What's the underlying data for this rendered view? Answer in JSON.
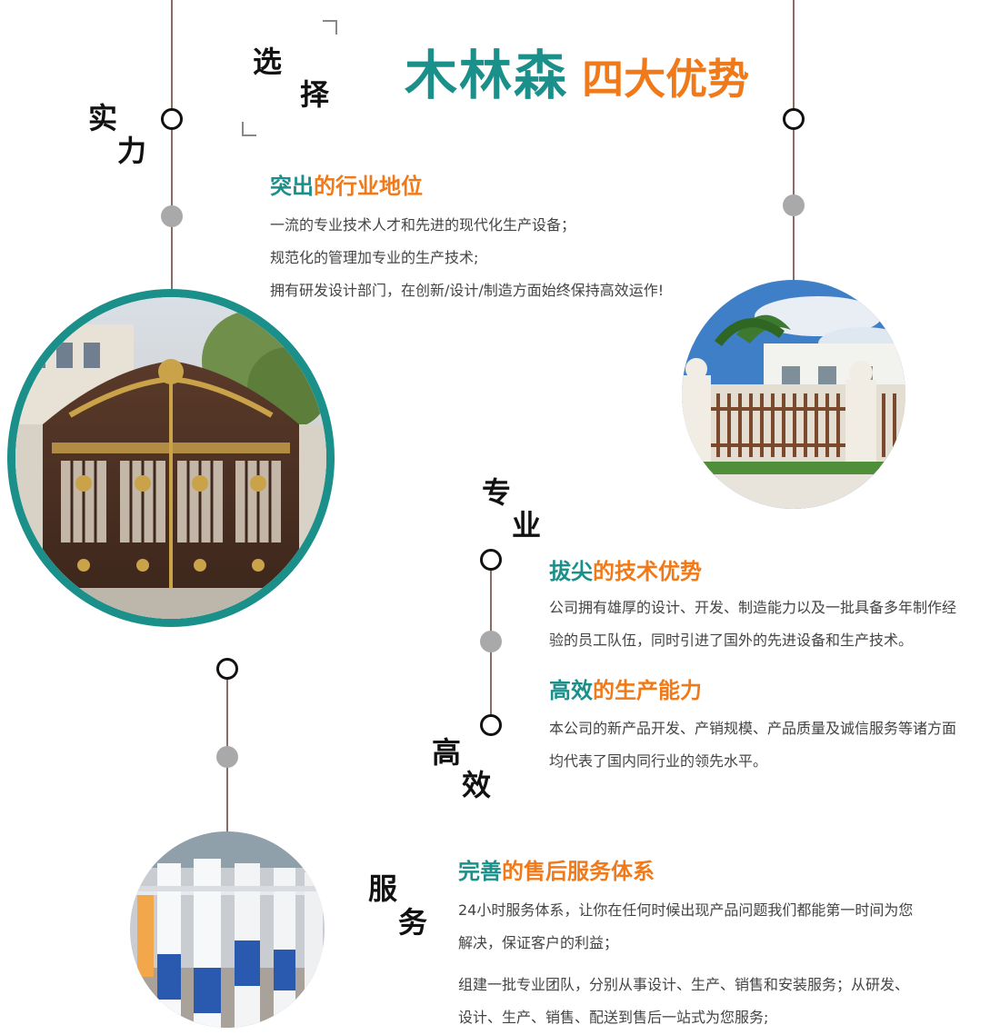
{
  "title": {
    "brand": "木林森",
    "suffix": "四大优势"
  },
  "corner": {
    "char1": "选",
    "char2": "择"
  },
  "pillars": {
    "strength": {
      "c1": "实",
      "c2": "力"
    },
    "professional": {
      "c1": "专",
      "c2": "业"
    },
    "efficient": {
      "c1": "高",
      "c2": "效"
    },
    "service": {
      "c1": "服",
      "c2": "务"
    }
  },
  "sections": {
    "industry": {
      "head_a": "突出",
      "head_b": "的行业地位",
      "lines": [
        "一流的专业技术人才和先进的现代化生产设备；",
        "规范化的管理加专业的生产技术;",
        "拥有研发设计部门，在创新/设计/制造方面始终保持高效运作!"
      ]
    },
    "tech": {
      "head_a": "拔尖",
      "head_b": "的技术优势",
      "lines": [
        "公司拥有雄厚的设计、开发、制造能力以及一批具备多年制作经",
        "验的员工队伍，同时引进了国外的先进设备和生产技术。"
      ]
    },
    "production": {
      "head_a": "高效",
      "head_b": "的生产能力",
      "lines": [
        "本公司的新产品开发、产销规模、产品质量及诚信服务等诸方面",
        "均代表了国内同行业的领先水平。"
      ]
    },
    "aftersales": {
      "head_a": "完善",
      "head_b": "的售后服务体系",
      "lines": [
        "24小时服务体系，让你在任何时候出现产品问题我们都能第一时间为您",
        "解决，保证客户的利益；",
        "组建一批专业团队，分别从事设计、生产、销售和安装服务；从研发、",
        "设计、生产、销售、配送到售后一站式为您服务;"
      ]
    }
  },
  "colors": {
    "teal": "#1b8f8a",
    "orange": "#f07a1a",
    "line": "#8a6e66",
    "dot": "#a9a9a9",
    "ring_border": "#1b8f8a"
  }
}
